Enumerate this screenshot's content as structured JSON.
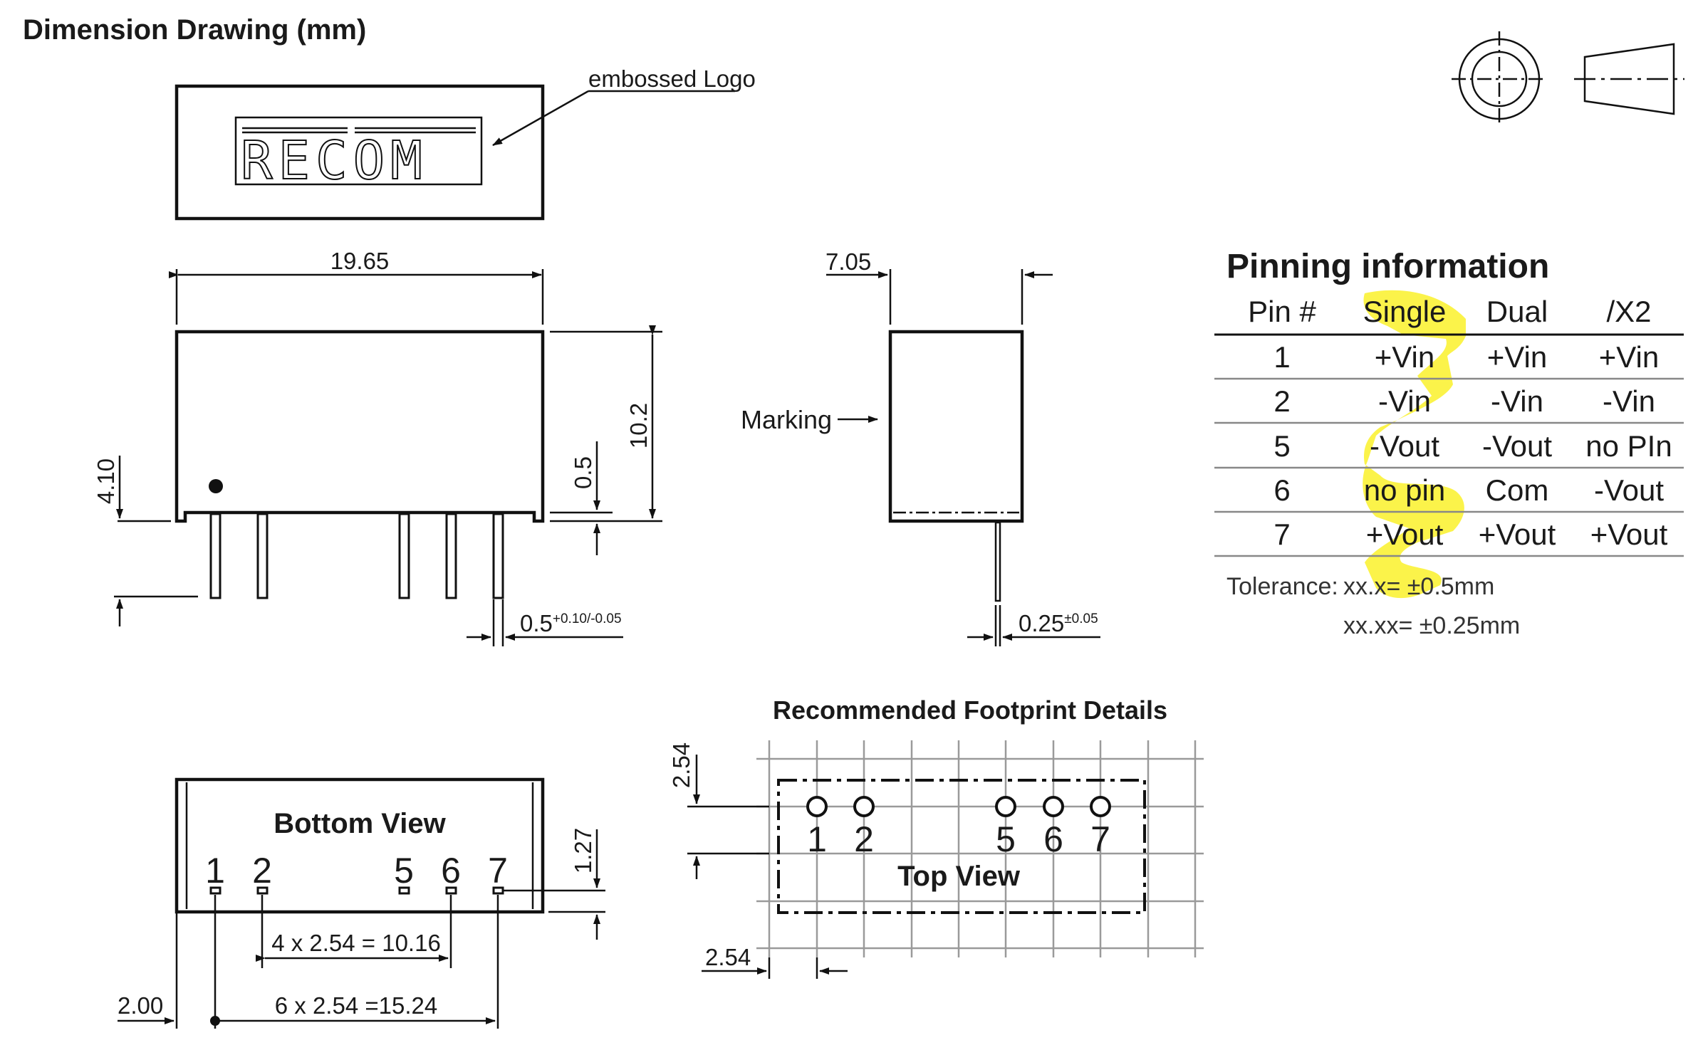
{
  "title": "Dimension Drawing (mm)",
  "logo": {
    "text": "RECOM",
    "callout": "embossed Logo"
  },
  "front_view": {
    "width": "19.65",
    "height": "10.2",
    "pin_length": "4.10",
    "standoff": "0.5",
    "pin_width": "0.5",
    "pin_width_tol": "+0.10/-0.05"
  },
  "side_view": {
    "depth": "7.05",
    "marking_label": "Marking",
    "pin_thickness": "0.25",
    "pin_thickness_tol": "±0.05"
  },
  "bottom_view": {
    "label": "Bottom View",
    "pins": [
      "1",
      "2",
      "5",
      "6",
      "7"
    ],
    "row_offset": "1.27",
    "pitch_2_6": "4 x 2.54 = 10.16",
    "pitch_1_7": "6 x 2.54 =15.24",
    "edge_offset": "2.00"
  },
  "footprint": {
    "title": "Recommended Footprint Details",
    "label": "Top View",
    "pins": [
      "1",
      "2",
      "5",
      "6",
      "7"
    ],
    "grid_v": "2.54",
    "grid_h": "2.54"
  },
  "pinning": {
    "title": "Pinning information",
    "headers": [
      "Pin #",
      "Single",
      "Dual",
      "/X2"
    ],
    "rows": [
      [
        "1",
        "+Vin",
        "+Vin",
        "+Vin"
      ],
      [
        "2",
        "-Vin",
        "-Vin",
        "-Vin"
      ],
      [
        "5",
        "-Vout",
        "-Vout",
        "no PIn"
      ],
      [
        "6",
        "no pin",
        "Com",
        "-Vout"
      ],
      [
        "7",
        "+Vout",
        "+Vout",
        "+Vout"
      ]
    ],
    "tolerance_label": "Tolerance:",
    "tolerance_1": "xx.x= ±0.5mm",
    "tolerance_2": "xx.xx= ±0.25mm"
  },
  "colors": {
    "highlight": "#fbf34a",
    "line": "#111111",
    "grid": "#9a9a9a"
  },
  "icons": [
    "projection-symbol-icon"
  ]
}
